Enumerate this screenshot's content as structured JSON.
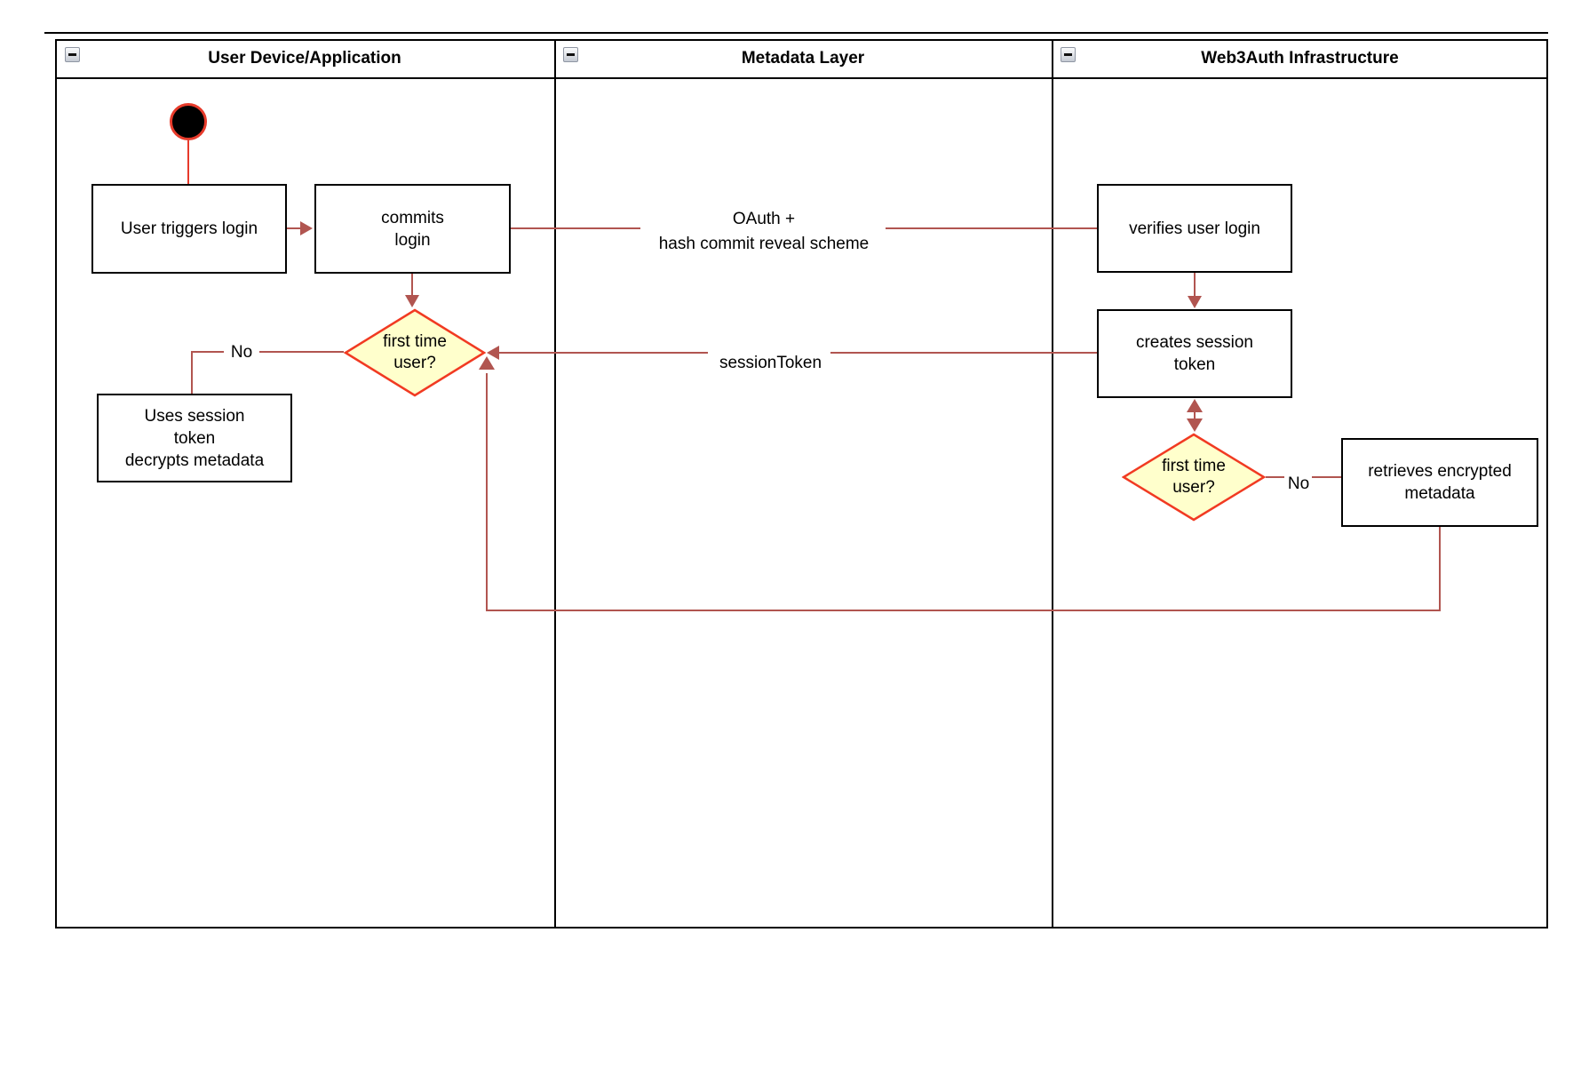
{
  "pool": {
    "lanes": [
      {
        "title": "User Device/Application"
      },
      {
        "title": "Metadata Layer"
      },
      {
        "title": "Web3Auth Infrastructure"
      }
    ]
  },
  "nodes": {
    "user_triggers_login": "User triggers login",
    "commits_login": "commits\nlogin",
    "first_time_user_app": "first time\nuser?",
    "uses_session_token": "Uses session\ntoken\ndecrypts metadata",
    "verifies_user_login": "verifies user login",
    "creates_session_token": "creates session\ntoken",
    "first_time_user_infra": "first time\nuser?",
    "retrieves_encrypted_metadata": "retrieves encrypted\nmetadata"
  },
  "edges": {
    "oauth_label": "OAuth +\nhash commit reveal scheme",
    "session_token_label": "sessionToken",
    "no_label_app": "No",
    "no_label_infra": "No"
  },
  "colors": {
    "connector": "#B15550",
    "decision_border": "#F13A22",
    "decision_fill": "#FFFFCC",
    "start_border": "#E73B2B",
    "start_fill": "#000000",
    "lane_border": "#000000"
  }
}
